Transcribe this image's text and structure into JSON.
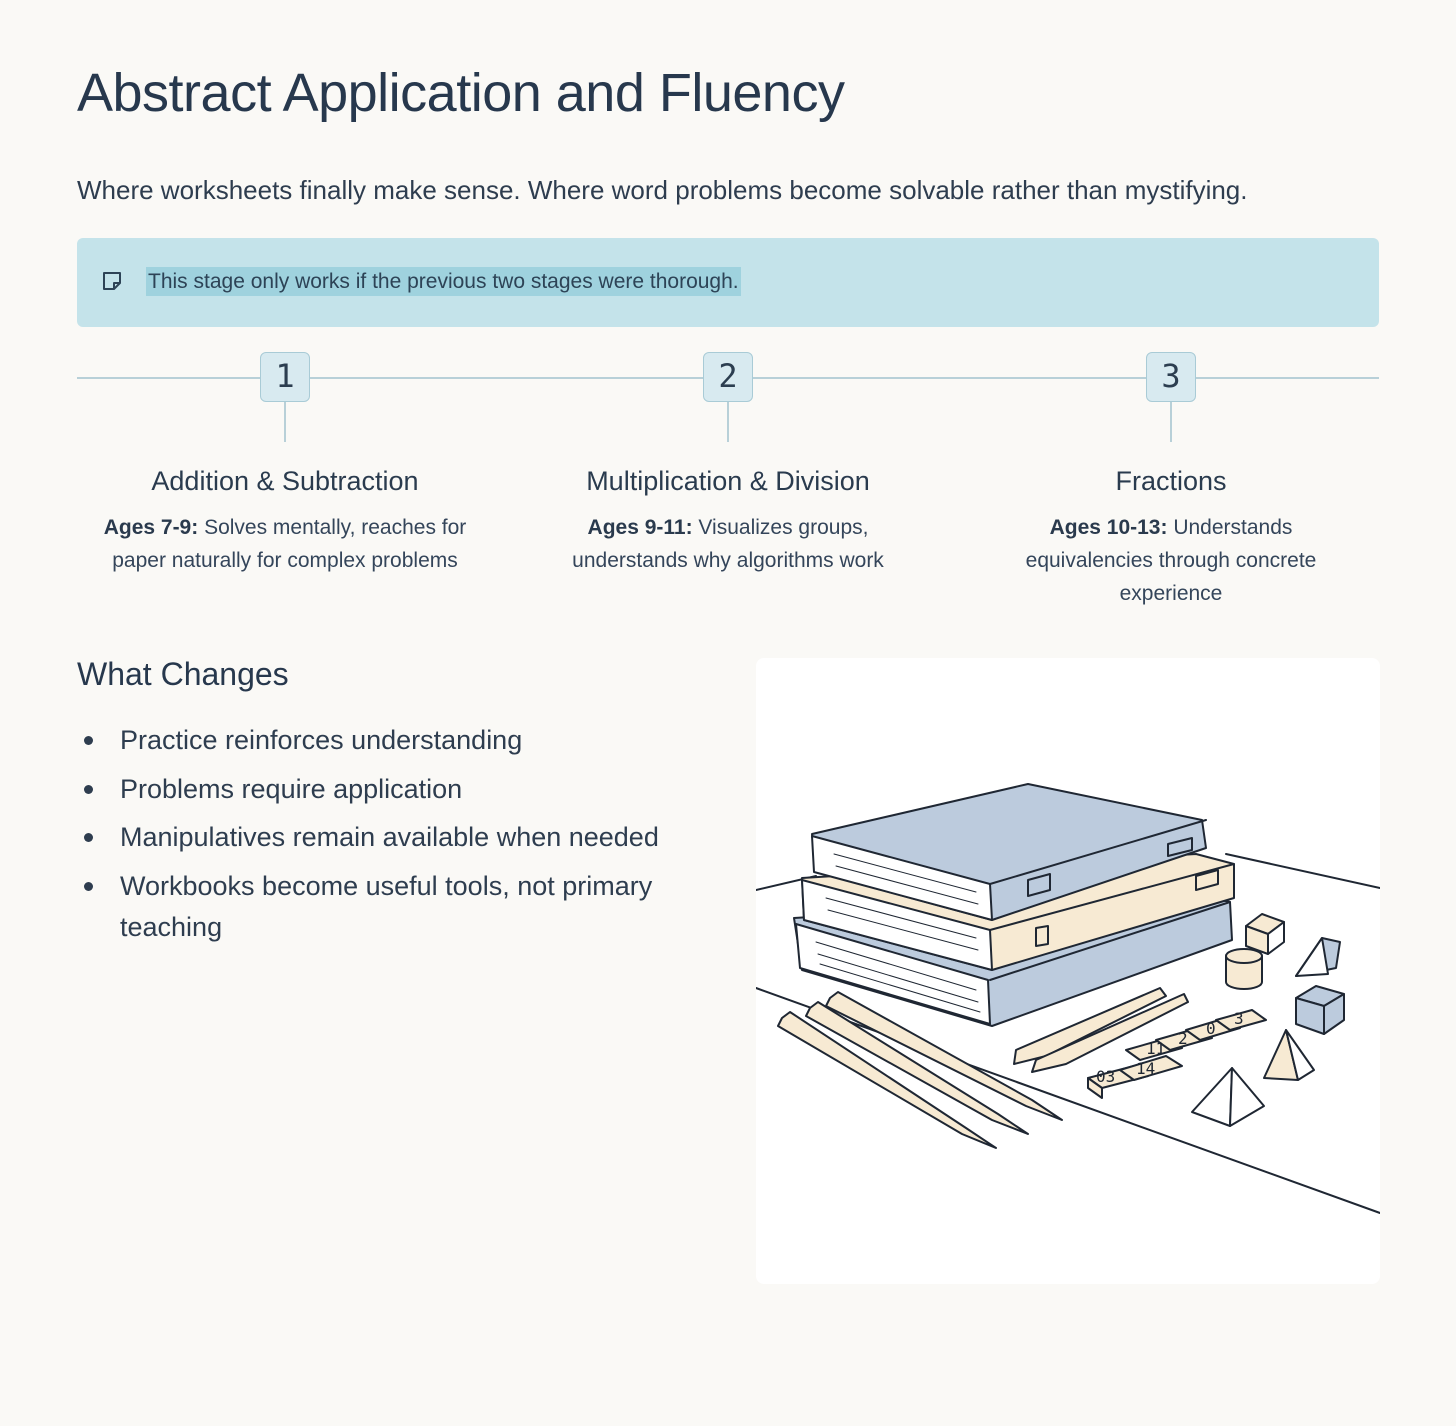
{
  "header": {
    "title": "Abstract Application and Fluency",
    "subtitle": "Where worksheets finally make sense. Where word problems become solvable rather than mystifying."
  },
  "callout": {
    "icon": "note-icon",
    "text": "This stage only works if the previous two stages were thorough."
  },
  "timeline": {
    "steps": [
      {
        "number": "1",
        "title": "Addition & Subtraction",
        "ages": "Ages 7-9:",
        "desc": " Solves mentally, reaches for paper naturally for complex problems"
      },
      {
        "number": "2",
        "title": "Multiplication & Division",
        "ages": "Ages 9-11:",
        "desc": " Visualizes groups, understands why algorithms work"
      },
      {
        "number": "3",
        "title": "Fractions",
        "ages": "Ages 10-13:",
        "desc": " Understands equivalencies through concrete experience"
      }
    ]
  },
  "changes": {
    "title": "What Changes",
    "items": [
      "Practice reinforces understanding",
      "Problems require application",
      "Manipulatives remain available when needed",
      "Workbooks become useful tools, not primary teaching"
    ]
  },
  "illustration": {
    "tile_labels": [
      "03",
      "14",
      "11",
      "2",
      "0",
      "3"
    ],
    "colors": {
      "blue": "#bccbdd",
      "cream": "#f7ead3",
      "ink": "#1f2733"
    }
  }
}
